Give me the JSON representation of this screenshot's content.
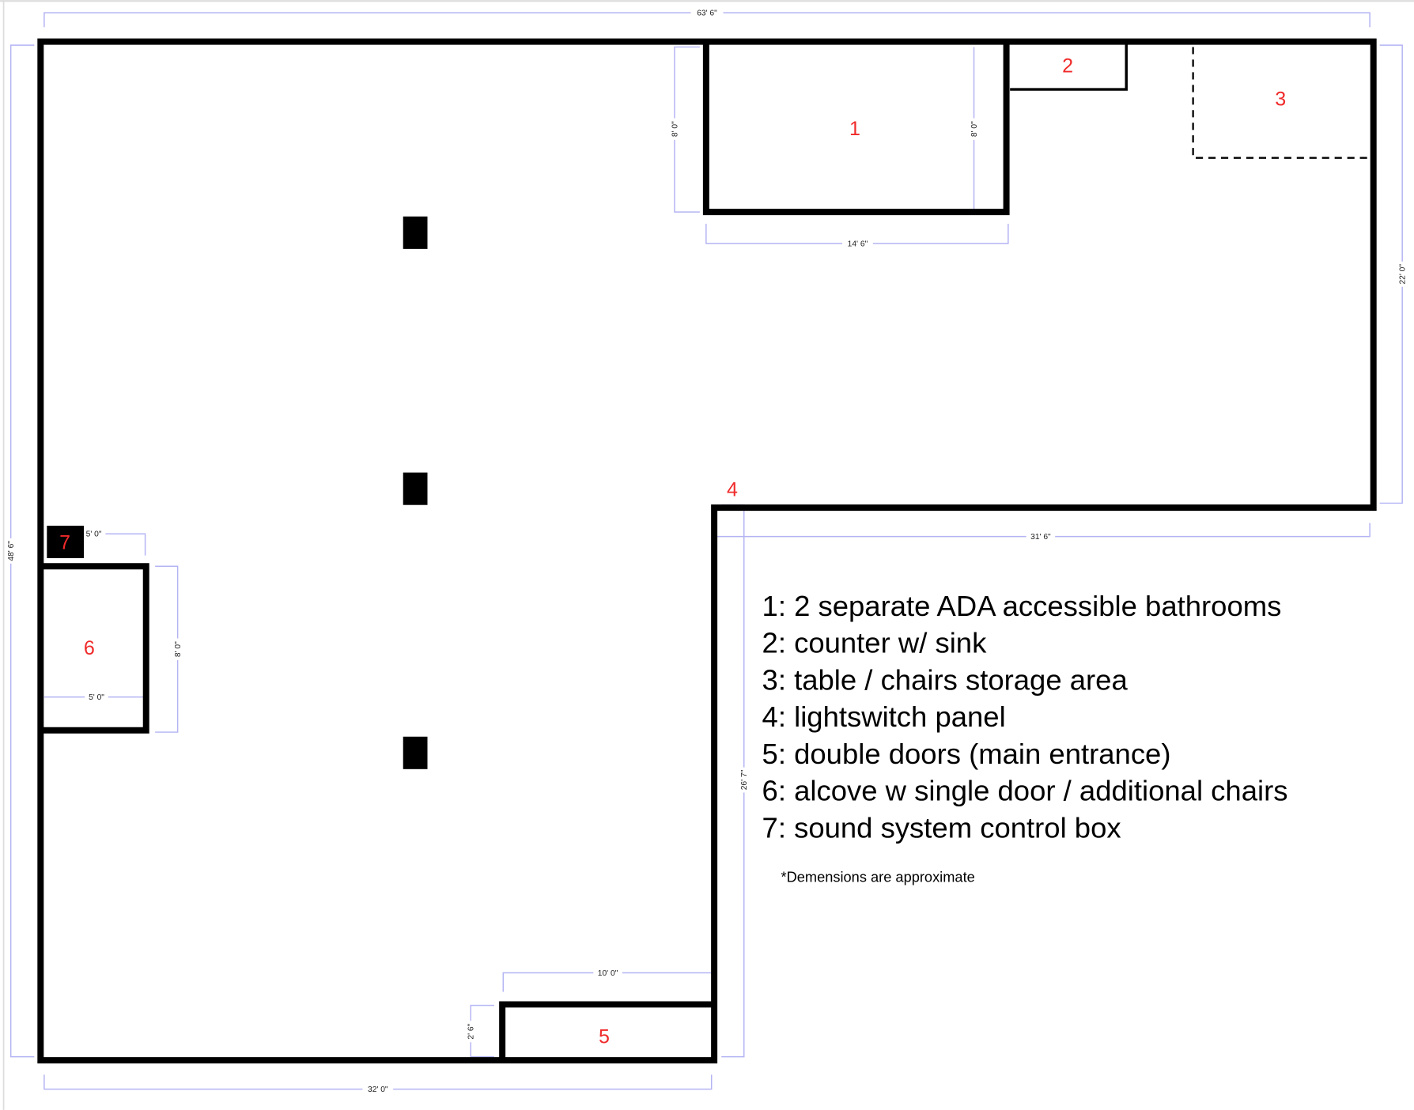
{
  "dimensions": {
    "total_width": "63' 6\"",
    "total_height": "48' 6\"",
    "right_wing_height": "22' 0\"",
    "right_wing_width": "31' 6\"",
    "lower_height": "26' 7\"",
    "bottom_width": "32' 0\"",
    "bathroom_width": "14' 6\"",
    "bathroom_depth_left": "8' 0\"",
    "bathroom_depth_right": "8' 0\"",
    "sound_box_offset": "5' 0\"",
    "alcove_height": "8' 0\"",
    "alcove_width": "5' 0\"",
    "entrance_width": "10' 0\"",
    "entrance_depth": "2' 6\""
  },
  "markers": [
    "1",
    "2",
    "3",
    "4",
    "5",
    "6",
    "7"
  ],
  "legend": [
    "1: 2 separate ADA accessible bathrooms",
    "2: counter w/ sink",
    "3: table / chairs storage area",
    "4: lightswitch panel",
    "5: double doors (main entrance)",
    "6: alcove w single door / additional chairs",
    "7: sound system control box"
  ],
  "note": "*Demensions are approximate"
}
